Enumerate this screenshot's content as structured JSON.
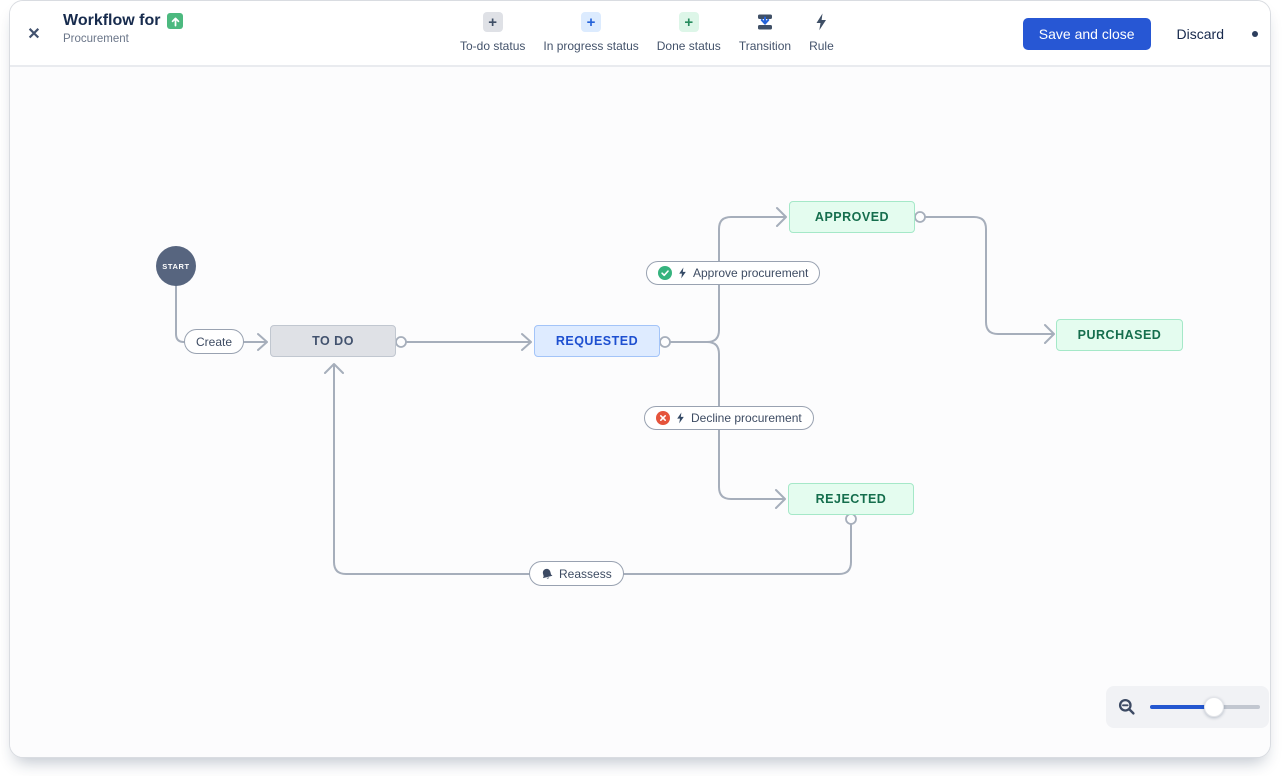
{
  "header": {
    "title": "Workflow for",
    "issue_type_icon": "improvement-icon",
    "subtitle": "Procurement"
  },
  "icons": {
    "plus": "+",
    "close": "✕"
  },
  "toolbar": {
    "tools": [
      {
        "label": "To-do status",
        "icon": "plus-todo-status-icon"
      },
      {
        "label": "In progress status",
        "icon": "plus-in-progress-status-icon"
      },
      {
        "label": "Done status",
        "icon": "plus-done-status-icon"
      },
      {
        "label": "Transition",
        "icon": "transition-icon"
      },
      {
        "label": "Rule",
        "icon": "lightning-bolt-icon"
      }
    ]
  },
  "actions": {
    "save_label": "Save and close",
    "discard_label": "Discard"
  },
  "diagram": {
    "start_label": "START",
    "statuses": [
      {
        "id": "todo",
        "label": "TO DO",
        "category": "todo"
      },
      {
        "id": "requested",
        "label": "REQUESTED",
        "category": "in-progress"
      },
      {
        "id": "approved",
        "label": "APPROVED",
        "category": "done"
      },
      {
        "id": "purchased",
        "label": "PURCHASED",
        "category": "done"
      },
      {
        "id": "rejected",
        "label": "REJECTED",
        "category": "done"
      }
    ],
    "transitions": [
      {
        "label": "Create",
        "from": "start",
        "to": "todo"
      },
      {
        "label": "Approve procurement",
        "from": "requested",
        "to": "approved",
        "rule_icons": [
          "check-circle-icon",
          "lightning-bolt-icon"
        ]
      },
      {
        "label": "Decline procurement",
        "from": "requested",
        "to": "rejected",
        "rule_icons": [
          "cross-circle-icon",
          "lightning-bolt-icon"
        ]
      },
      {
        "label": "Reassess",
        "from": "rejected",
        "to": "todo",
        "rule_icons": [
          "bell-icon"
        ]
      }
    ]
  },
  "colors": {
    "accent_blue": "#2757d4",
    "status_todo_bg": "#dfe1e6",
    "status_inprogress_bg": "#deebff",
    "status_done_bg": "#e4fcef",
    "edge_gray": "#a6aebb",
    "approve_green": "#36b37e",
    "decline_red": "#e5543c",
    "start_node": "#57657f"
  }
}
